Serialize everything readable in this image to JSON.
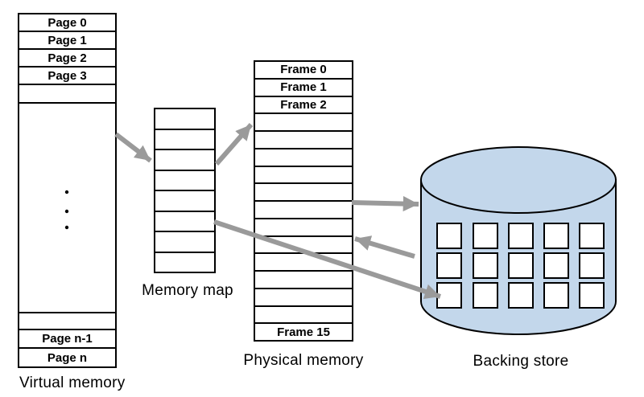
{
  "virtual_memory": {
    "label": "Virtual memory",
    "pages_top": [
      "Page 0",
      "Page 1",
      "Page 2",
      "Page 3"
    ],
    "pages_bottom": [
      "Page n-1",
      "Page n"
    ],
    "ellipsis_dot_count": 3
  },
  "memory_map": {
    "label": "Memory map",
    "slot_count": 8
  },
  "physical_memory": {
    "label": "Physical memory",
    "frames_top": [
      "Frame 0",
      "Frame 1",
      "Frame 2"
    ],
    "frame_bottom": "Frame 15",
    "total_rows": 16
  },
  "backing_store": {
    "label": "Backing store",
    "block_grid": {
      "rows": 3,
      "cols": 5
    }
  },
  "arrows": [
    {
      "from": "virtual-memory",
      "to": "memory-map"
    },
    {
      "from": "memory-map",
      "to": "physical-memory"
    },
    {
      "from": "physical-memory",
      "to": "backing-store"
    },
    {
      "from": "backing-store",
      "to": "physical-memory"
    },
    {
      "from": "memory-map",
      "to": "backing-store"
    }
  ],
  "colors": {
    "cylinder_fill": "#c3d7eb",
    "arrow_gray": "#9a9a9a",
    "outline": "#000000",
    "background": "#ffffff"
  }
}
